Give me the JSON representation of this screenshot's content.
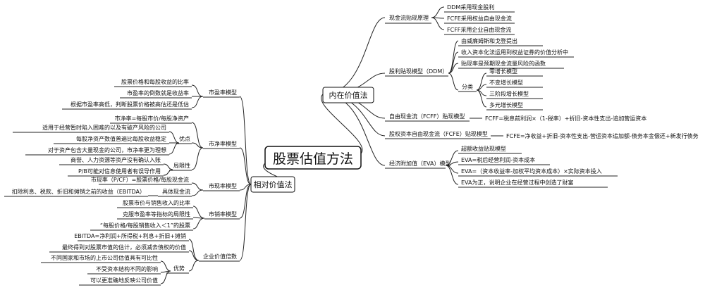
{
  "root": "股票估值方法",
  "intrinsic": {
    "label": "内在价值法",
    "dcf": {
      "label": "现金流贴现原理",
      "items": [
        "DDM采用现金股利",
        "FCFE采用权益自由现金流",
        "FCFF采用企业自由现金流"
      ]
    },
    "ddm": {
      "label": "股利贴现模型（DDM）",
      "items": [
        "由威廉姆斯和戈登提出",
        "收入资本化法运用到权益证券的价值分析中",
        "贴现率是预期现金流量风险的函数"
      ],
      "classify": {
        "label": "分类",
        "items": [
          "零增长模型",
          "不变增长模型",
          "三阶段增长模型",
          "多元增长模型"
        ]
      }
    },
    "fcff": {
      "label": "自由现金流（FCFF）贴现模型",
      "formula": "FCFF=税息前利润×（1-税率）+折旧-资本性支出-追加营运资本"
    },
    "fcfe": {
      "label": "股权资本自由现金流（FCFE）贴现模型",
      "formula": "FCFE=净收益+折旧-资本性支出-营运资本追加额-债务本金偿还+新发行债务"
    },
    "eva": {
      "label": "经济附加值（EVA）模型",
      "items": [
        "超额收益贴现模型",
        "EVA=税后经营利润-资本成本",
        "EVA=（资本收益率-加权平均资本成本）×实际资本投入",
        "EVA为正，说明企业在经营过程中创造了财富"
      ]
    }
  },
  "relative": {
    "label": "相对价值法",
    "pe": {
      "label": "市盈率模型",
      "items": [
        "股票价格和每股收益的比率",
        "市盈率的倒数就是收益率",
        "根据市盈率高低，判断股票价格被高估还是低估"
      ]
    },
    "pb": {
      "label": "市净率模型",
      "def": "市净率=每股市价/每股净资产",
      "adv": {
        "label": "优点",
        "items": [
          "适用于经营暂时陷入困难的以及有破产风险的公司",
          "每股净资产数值普遍比每股收益稳定",
          "对于资产包含大量现金的公司，市净率更为理想"
        ]
      },
      "lim": {
        "label": "局限性",
        "items": [
          "商誉、人力资源等资产没有确认入账",
          "P/B可能对信息使用者有误导作用"
        ]
      }
    },
    "pcf": {
      "label": "市现率模型",
      "def": "市现率（P/CF）=股票价格/每股现金流",
      "cash": {
        "label": "具体现金流",
        "text": "扣除利息、税款、折旧和摊销之前的收益（EBITDA）"
      }
    },
    "ps": {
      "label": "市销率模型",
      "items": [
        "股票市价与销售收入的比率",
        "克服市盈率等指标的局限性",
        "“每股价格/每股销售收入＜1”的股票"
      ]
    },
    "ev": {
      "label": "企业价值倍数",
      "items": [
        "EBITDA=净利润+所得税+利息+折旧+摊销",
        "最终得到对股票市值的估计，必须减去债权的价值"
      ],
      "adv": {
        "label": "优势",
        "items": [
          "不同国家和市场的上市公司估值具有可比性",
          "不受资本结构不同的影响",
          "可以更准确地反映公司价值"
        ]
      }
    }
  }
}
